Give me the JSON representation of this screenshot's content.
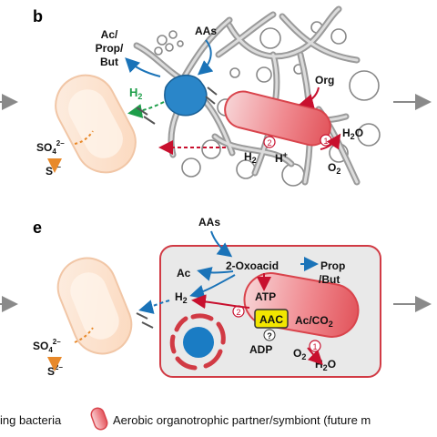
{
  "panels": {
    "top_letter": "b",
    "bottom_letter": "e"
  },
  "top": {
    "acids": [
      "Ac/",
      "Prop/",
      "But"
    ],
    "aas": "AAs",
    "h2": "H",
    "h2_sub": "2",
    "org": "Org",
    "h2o": "H",
    "h2o_sub": "2",
    "h2o_tail": "O",
    "o2": "O",
    "o2_sub": "2",
    "h2_red": "H",
    "h2_red_sub": "2",
    "hplus": "H",
    "hplus_sup": "+",
    "step1": "1",
    "step2": "2",
    "sulfate": "SO",
    "sulfate_sub": "4",
    "sulfate_sup": "2–",
    "sulfide": "S",
    "sulfide_sup": "2–"
  },
  "bottom": {
    "aas": "AAs",
    "oxoacid": "2-Oxoacid",
    "ac": "Ac",
    "prop_but": [
      "Prop",
      "/But"
    ],
    "h2": "H",
    "h2_sub": "2",
    "atp": "ATP",
    "aac": "AAC",
    "question": "?",
    "adp": "ADP",
    "ac_co2": "Ac/CO",
    "ac_co2_sub": "2",
    "o2": "O",
    "o2_sub": "2",
    "h2o": "H",
    "h2o_sub": "2",
    "h2o_tail": "O",
    "step1": "1",
    "step2": "2",
    "sulfate": "SO",
    "sulfate_sub": "4",
    "sulfate_sup": "2–",
    "sulfide": "S",
    "sulfide_sup": "2–"
  },
  "legend": {
    "item1": "ing bacteria",
    "item2": "Aerobic organotrophic partner/symbiont (future m"
  },
  "colors": {
    "red": "#c8102e",
    "blue": "#1a73b8",
    "green": "#1e9e4a",
    "orange": "#e8892a",
    "cell_fill": "#e9e9e9",
    "fiber": "#9a9a9a"
  }
}
